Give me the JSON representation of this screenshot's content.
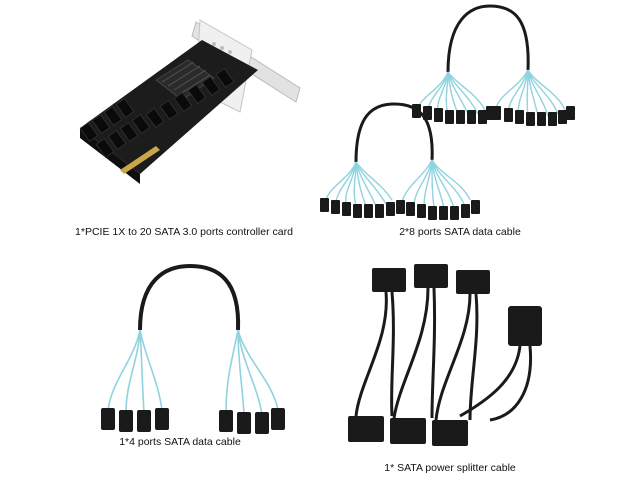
{
  "products": [
    {
      "caption": "1*PCIE 1X to 20 SATA 3.0 ports controller card",
      "icon": "pcie-card-image"
    },
    {
      "caption": "2*8 ports SATA data cable",
      "icon": "sata-8-port-cable-image"
    },
    {
      "caption": "1*4 ports SATA data cable",
      "icon": "sata-4-port-cable-image"
    },
    {
      "caption": "1* SATA power splitter cable",
      "icon": "sata-power-splitter-image"
    }
  ],
  "colors": {
    "background": "#ffffff",
    "cable_blue": "#8fd3df",
    "connector": "#1a1a1a",
    "bracket": "#dcdcdc"
  }
}
